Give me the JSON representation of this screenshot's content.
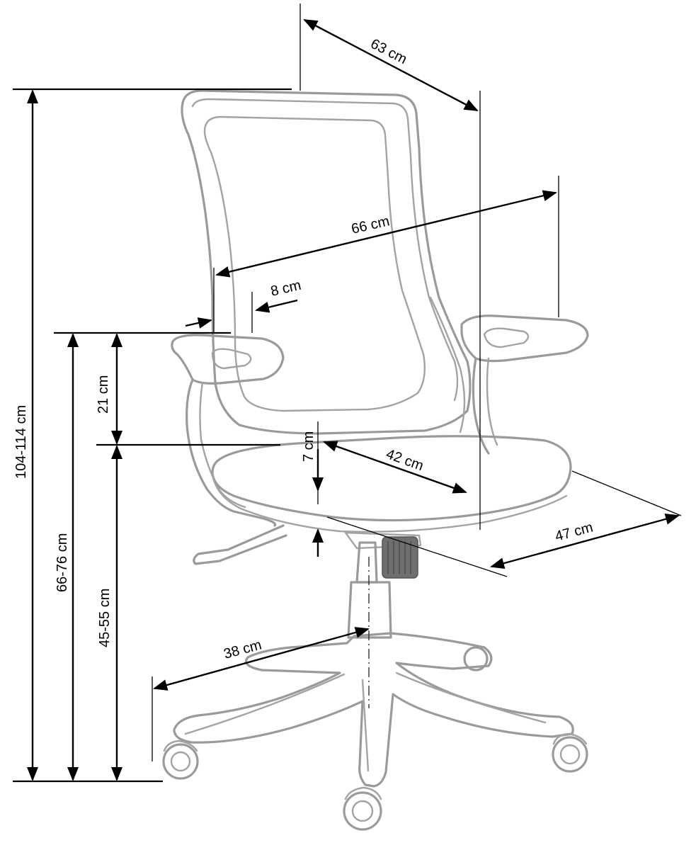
{
  "dimensions": {
    "depth_total": "63 cm",
    "width_armrests": "66 cm",
    "armrest_width": "8 cm",
    "armrest_height": "21 cm",
    "backrest_height_total": "104-114 cm",
    "armrest_floor_height": "66-76 cm",
    "seat_height": "45-55 cm",
    "seat_thickness": "7 cm",
    "seat_depth": "42 cm",
    "seat_width": "47 cm",
    "base_radius": "38 cm"
  }
}
